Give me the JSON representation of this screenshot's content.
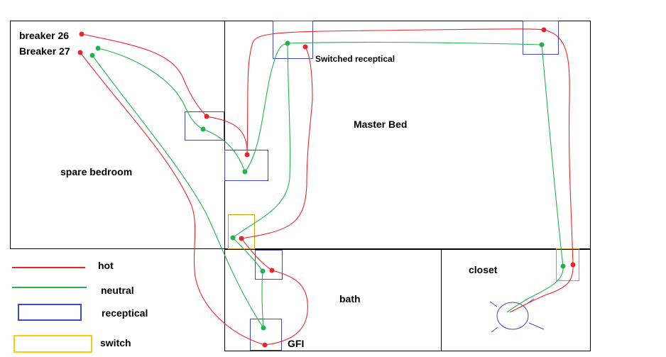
{
  "colors": {
    "hot": "#e8262a",
    "neutral": "#22b14c",
    "receptacle": "#3f48cc",
    "switch": "#c8a000",
    "wall": "#000000",
    "light": "#3f48cc"
  },
  "rooms": {
    "spare_bedroom": "spare bedroom",
    "master_bed": "Master Bed",
    "bath": "bath",
    "closet": "closet"
  },
  "labels": {
    "breaker_26": "breaker 26",
    "breaker_27": "Breaker 27",
    "switched_receptical": "Switched receptical",
    "gfi": "GFI"
  },
  "legend": {
    "hot": "hot",
    "neutral": "neutral",
    "receptical": "receptical",
    "switch": "switch"
  }
}
